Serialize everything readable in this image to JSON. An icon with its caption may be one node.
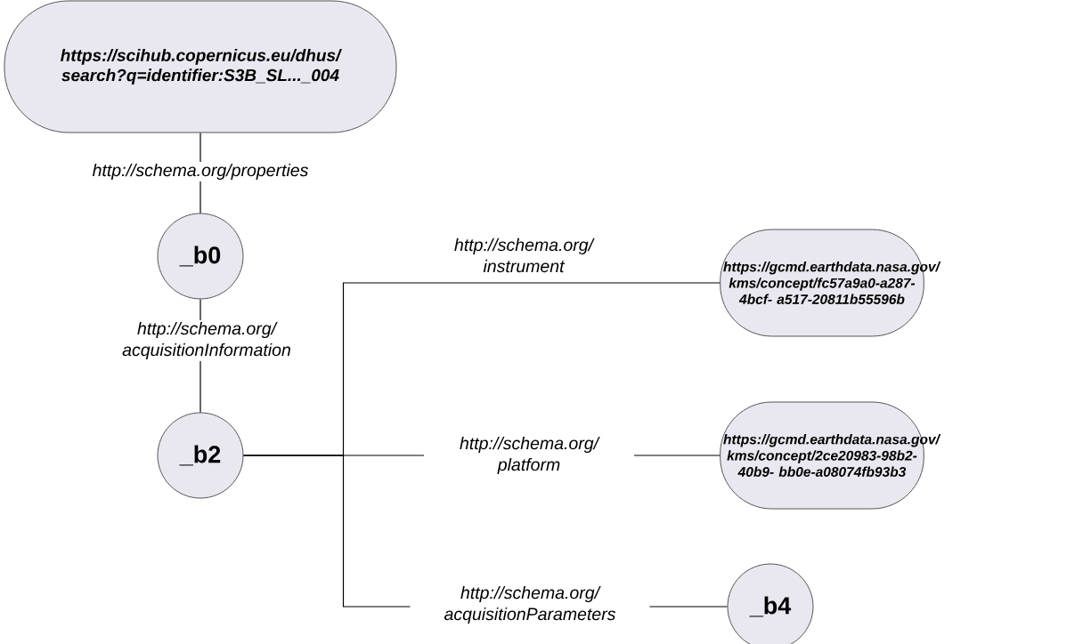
{
  "diagram": {
    "nodes": [
      {
        "text": [
          "https://scihub.copernicus.eu/dhus/ search?q=identifier:S3B_SL..._004"
        ]
      },
      {
        "text": [
          "_b0"
        ]
      },
      {
        "text": [
          "_b2"
        ]
      },
      {
        "text": [
          "https://gcmd.earthdata.nasa.gov/ kms/concept/fc57a9a0-a287-4bcf- a517-20811b55596b"
        ]
      },
      {
        "text": [
          "https://gcmd.earthdata.nasa.gov/ kms/concept/2ce20983-98b2-40b9- bb0e-a08074fb93b3"
        ]
      },
      {
        "text": [
          "_b4"
        ]
      }
    ],
    "edges": [
      {
        "from": 0,
        "to": 1,
        "arrow": "none",
        "label": "http://schema.org/properties"
      },
      {
        "from": 1,
        "to": 2,
        "arrow": "none",
        "label": "http://schema.org/ acquisitionInformation"
      },
      {
        "from": 2,
        "to": 3,
        "arrow": "none",
        "label": "http://schema.org/ instrument"
      },
      {
        "from": 2,
        "to": 4,
        "arrow": "none",
        "label": "http://schema.org/ platform"
      },
      {
        "from": 2,
        "to": 5,
        "arrow": "none",
        "label": "http://schema.org/ acquisitionParameters"
      }
    ]
  }
}
